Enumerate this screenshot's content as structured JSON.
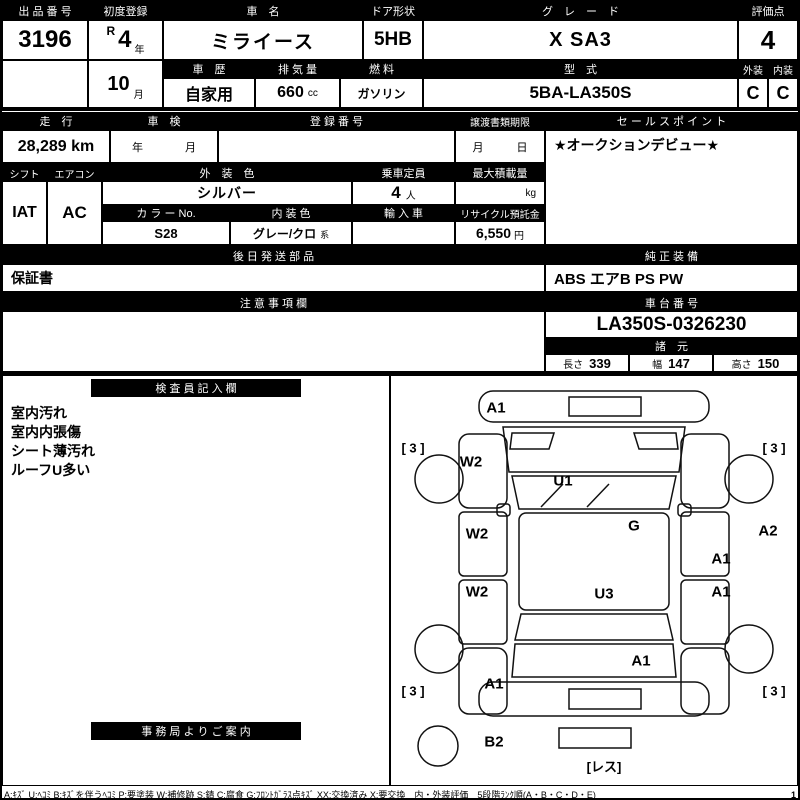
{
  "top": {
    "auction_no_label": "出 品 番 号",
    "auction_no": "3196",
    "first_reg_label": "初度登録",
    "era": "R",
    "year": "4",
    "year_unit": "年",
    "month": "10",
    "month_unit": "月",
    "car_name_label": "車　名",
    "car_name": "ミライース",
    "door_label": "ドア形状",
    "door": "5HB",
    "grade_label": "グ　レ　ー　ド",
    "grade": "X SA3",
    "score_label": "評価点",
    "score": "4",
    "history_label": "車　歴",
    "history": "自家用",
    "disp_label": "排 気 量",
    "disp": "660",
    "disp_unit": "cc",
    "fuel_label": "燃 料",
    "fuel": "ガソリン",
    "model_label": "型　式",
    "model": "5BA-LA350S",
    "ext_label": "外装",
    "ext": "C",
    "int_label": "内装",
    "int": "C"
  },
  "run": {
    "mileage_label": "走　行",
    "mileage": "28,289 km",
    "shaken_label": "車　検",
    "shaken_y": "年",
    "shaken_m": "月",
    "regno_label": "登 録 番 号",
    "transfer_label": "譲渡書類期限",
    "transfer_m": "月",
    "transfer_d": "日",
    "sales_label": "セ ー ル ス ポ イ ン ト",
    "sales": "★オークションデビュー★"
  },
  "spec": {
    "shift_label": "シフト",
    "shift": "IAT",
    "ac_label": "エアコン",
    "ac": "AC",
    "extcolor_label": "外　装　色",
    "extcolor": "シルバー",
    "cap_label": "乗車定員",
    "cap": "4",
    "cap_unit": "人",
    "payload_label": "最大積載量",
    "payload_unit": "kg",
    "colorno_label": "カ ラ ー No.",
    "colorno": "S28",
    "intcolor_label": "内 装 色",
    "intcolor": "グレー/クロ",
    "intcolor_unit": "系",
    "import_label": "輸 入 車",
    "recycle_label": "リサイクル預託金",
    "recycle": "6,550",
    "recycle_unit": "円"
  },
  "parts": {
    "label": "後 日 発 送 部 品",
    "value": "保証書",
    "equip_label": "純 正 装 備",
    "equip": "ABS エアB PS PW"
  },
  "notes": {
    "label": "注 意 事 項 欄",
    "chassis_label": "車 台 番 号",
    "chassis": "LA350S-0326230",
    "spec_label": "諸　元",
    "len_label": "長さ",
    "len": "339",
    "wid_label": "幅",
    "wid": "147",
    "hgt_label": "高さ",
    "hgt": "150"
  },
  "inspection": {
    "label": "検 査 員 記 入 欄",
    "lines": [
      "室内汚れ",
      "室内内張傷",
      "シート薄汚れ",
      "ルーフU多い"
    ],
    "office_label": "事 務 局 よ り ご 案 内"
  },
  "diagram": {
    "marks": [
      {
        "label": "A1"
      },
      {
        "label": "[ 3 ]"
      },
      {
        "label": "W2"
      },
      {
        "label": "U1"
      },
      {
        "label": "[ 3 ]"
      },
      {
        "label": "W2"
      },
      {
        "label": "G"
      },
      {
        "label": "A2"
      },
      {
        "label": "A1"
      },
      {
        "label": "W2"
      },
      {
        "label": "U3"
      },
      {
        "label": "A1"
      },
      {
        "label": "A1"
      },
      {
        "label": "A1"
      },
      {
        "label": "[ 3 ]"
      },
      {
        "label": "[ 3 ]"
      },
      {
        "label": "B2"
      },
      {
        "label": "[レス]"
      }
    ]
  },
  "legend": {
    "text": "A:ｷｽﾞ U:ﾍｺﾐ B:ｷｽﾞを伴うﾍｺﾐ P:要塗装 W:補修跡 S:錆 C:腐食 G:ﾌﾛﾝﾄｶﾞﾗｽ点ｷｽﾞ XX:交換済み X:要交換　内・外装評価　5段階ﾗﾝｸ順(A・B・C・D・E)",
    "page": "1"
  }
}
